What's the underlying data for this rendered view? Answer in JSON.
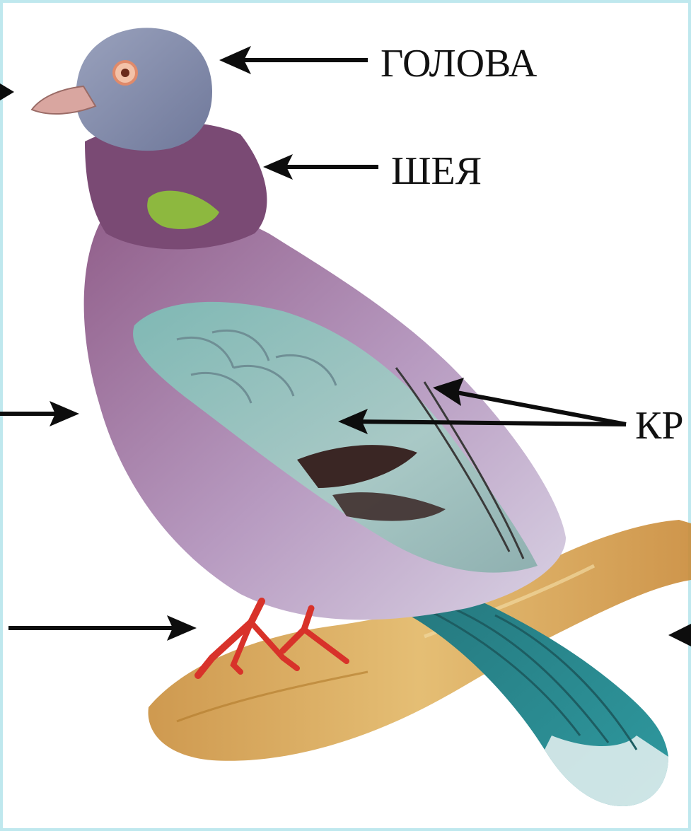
{
  "labels": {
    "head": "ГОЛОВА",
    "neck": "ШЕЯ",
    "wing_partial": "КР"
  },
  "colors": {
    "frame": "#bfe8ee",
    "beak": "#d9a6a0",
    "eye_ring": "#e08a6a",
    "head": "#8b92ad",
    "neck_purple": "#7a4a74",
    "neck_green": "#8fc43a",
    "breast": "#9b6a93",
    "belly": "#c9bfd8",
    "wing": "#9fc2c0",
    "wing_bar": "#3a2624",
    "tail": "#2f8a8f",
    "feet": "#d8322a",
    "branch": "#d9a24a",
    "arrow": "#0d0d0d"
  }
}
